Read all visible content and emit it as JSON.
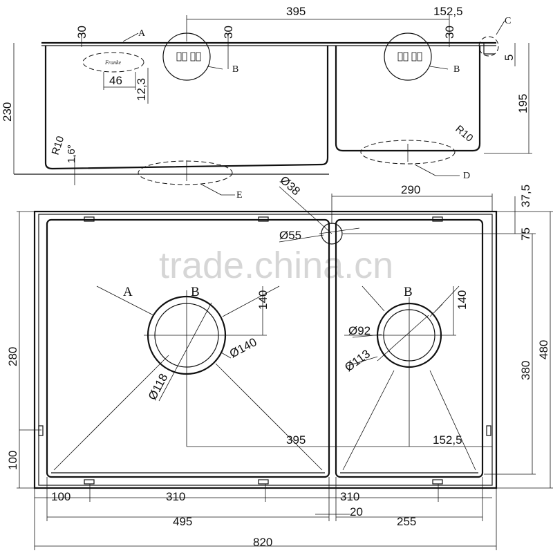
{
  "watermark": "trade.china.cn",
  "brand_logo": "Franke",
  "section_view": {
    "top_width_left": "395",
    "top_width_right": "152,5",
    "offset_a": "30",
    "offset_b1": "30",
    "offset_b2": "30",
    "logo_width": "46",
    "logo_height": "12,3",
    "depth_left": "230",
    "depth_right": "195",
    "rim": "5",
    "radius_left": "R10",
    "radius_right": "R10",
    "slope": "1,6°",
    "callouts": [
      "A",
      "B",
      "B",
      "C",
      "D",
      "E"
    ]
  },
  "plan_view": {
    "tap_hole_pos": "290",
    "tap_hole_offset": "37,5",
    "tap_hole_small": "Ø38",
    "tap_hole_large": "Ø55",
    "top_margin": "75",
    "inner_depth": "380",
    "outer_depth": "480",
    "left_drain_y": "280",
    "left_bottom": "100",
    "left_drain_label": "A",
    "left_drain_b": "B",
    "right_drain_b": "B",
    "left_drain_off": "140",
    "right_drain_off": "140",
    "left_drain_d1": "Ø140",
    "left_drain_d2": "Ø118",
    "right_drain_d1": "Ø92",
    "right_drain_d2": "Ø113",
    "drain_x_left": "395",
    "drain_x_right": "152,5",
    "bottom_row1": [
      "100",
      "310",
      "310"
    ],
    "bottom_row2": [
      "495",
      "20",
      "255"
    ],
    "overall_width": "820"
  }
}
